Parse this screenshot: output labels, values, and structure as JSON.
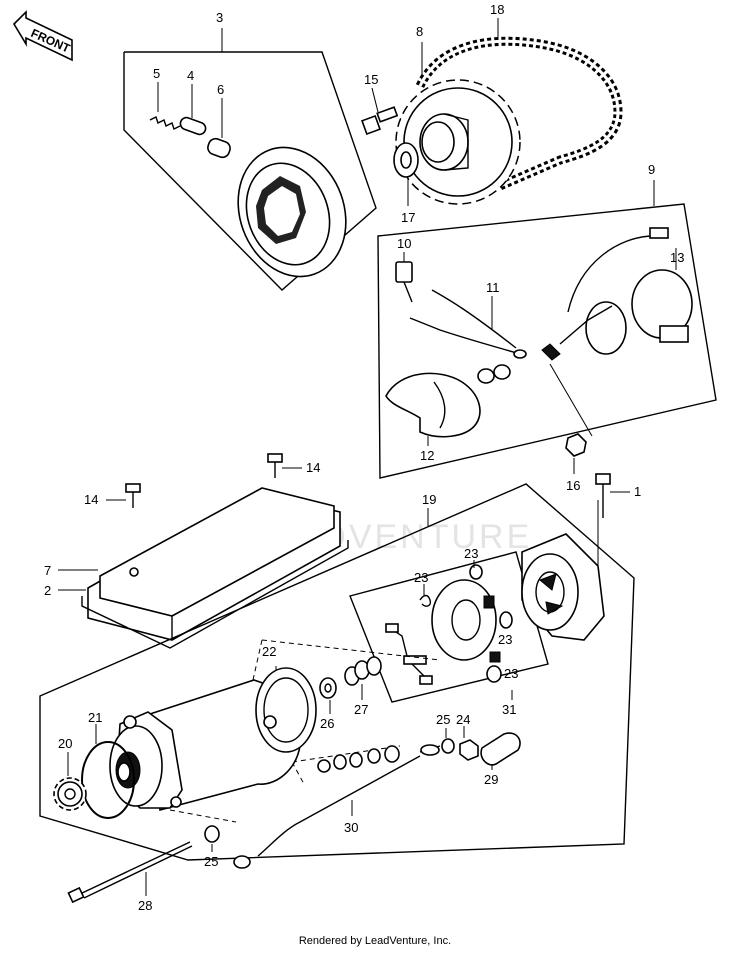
{
  "front_label": "FRONT",
  "watermark": "LEADVENTURE",
  "footer": "Rendered by LeadVenture, Inc.",
  "callouts": [
    {
      "id": "c3",
      "text": "3"
    },
    {
      "id": "c5",
      "text": "5"
    },
    {
      "id": "c4",
      "text": "4"
    },
    {
      "id": "c6",
      "text": "6"
    },
    {
      "id": "c8",
      "text": "8"
    },
    {
      "id": "c18",
      "text": "18"
    },
    {
      "id": "c15",
      "text": "15"
    },
    {
      "id": "c17",
      "text": "17"
    },
    {
      "id": "c9",
      "text": "9"
    },
    {
      "id": "c10",
      "text": "10"
    },
    {
      "id": "c11",
      "text": "11"
    },
    {
      "id": "c13",
      "text": "13"
    },
    {
      "id": "c12",
      "text": "12"
    },
    {
      "id": "c16",
      "text": "16"
    },
    {
      "id": "c14a",
      "text": "14"
    },
    {
      "id": "c14b",
      "text": "14"
    },
    {
      "id": "c1",
      "text": "1"
    },
    {
      "id": "c19",
      "text": "19"
    },
    {
      "id": "c7",
      "text": "7"
    },
    {
      "id": "c2",
      "text": "2"
    },
    {
      "id": "c23a",
      "text": "23"
    },
    {
      "id": "c23b",
      "text": "23"
    },
    {
      "id": "c23c",
      "text": "23"
    },
    {
      "id": "c23d",
      "text": "23"
    },
    {
      "id": "c22",
      "text": "22"
    },
    {
      "id": "c26",
      "text": "26"
    },
    {
      "id": "c27",
      "text": "27"
    },
    {
      "id": "c31",
      "text": "31"
    },
    {
      "id": "c21",
      "text": "21"
    },
    {
      "id": "c20",
      "text": "20"
    },
    {
      "id": "c25a",
      "text": "25"
    },
    {
      "id": "c24",
      "text": "24"
    },
    {
      "id": "c29",
      "text": "29"
    },
    {
      "id": "c30",
      "text": "30"
    },
    {
      "id": "c25b",
      "text": "25"
    },
    {
      "id": "c28",
      "text": "28"
    }
  ]
}
